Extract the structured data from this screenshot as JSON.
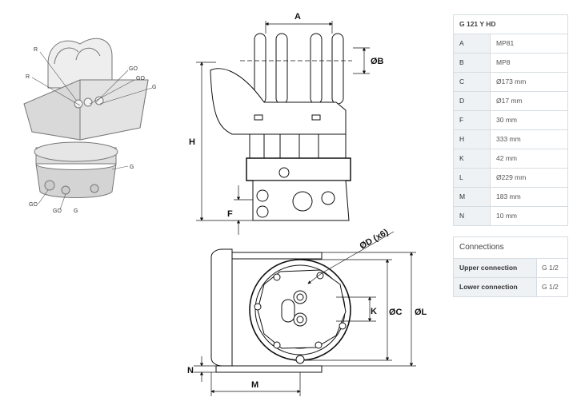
{
  "spec_table": {
    "title": "G 121 Y HD",
    "rows": [
      {
        "key": "A",
        "value": "MP81"
      },
      {
        "key": "B",
        "value": "MP8"
      },
      {
        "key": "C",
        "value": "Ø173 mm"
      },
      {
        "key": "D",
        "value": "Ø17 mm"
      },
      {
        "key": "F",
        "value": "30 mm"
      },
      {
        "key": "H",
        "value": "333 mm"
      },
      {
        "key": "K",
        "value": "42 mm"
      },
      {
        "key": "L",
        "value": "Ø229 mm"
      },
      {
        "key": "M",
        "value": "183 mm"
      },
      {
        "key": "N",
        "value": "10 mm"
      }
    ]
  },
  "connections": {
    "title": "Connections",
    "rows": [
      {
        "key": "Upper connection",
        "value": "G 1/2"
      },
      {
        "key": "Lower connection",
        "value": "G 1/2"
      }
    ]
  },
  "drawing_labels": {
    "iso_r1": "R",
    "iso_r2": "R",
    "iso_go1": "GO",
    "iso_g1": "G",
    "iso_go2": "GO",
    "iso_g2": "G",
    "iso_go3": "GO",
    "iso_go4": "GO",
    "iso_g3": "G",
    "dim_a": "A",
    "dim_b": "ØB",
    "dim_h": "H",
    "dim_f": "F",
    "dim_d": "ØD (x6)",
    "dim_k": "K",
    "dim_c": "ØC",
    "dim_l": "ØL",
    "dim_n": "N",
    "dim_m": "M"
  }
}
